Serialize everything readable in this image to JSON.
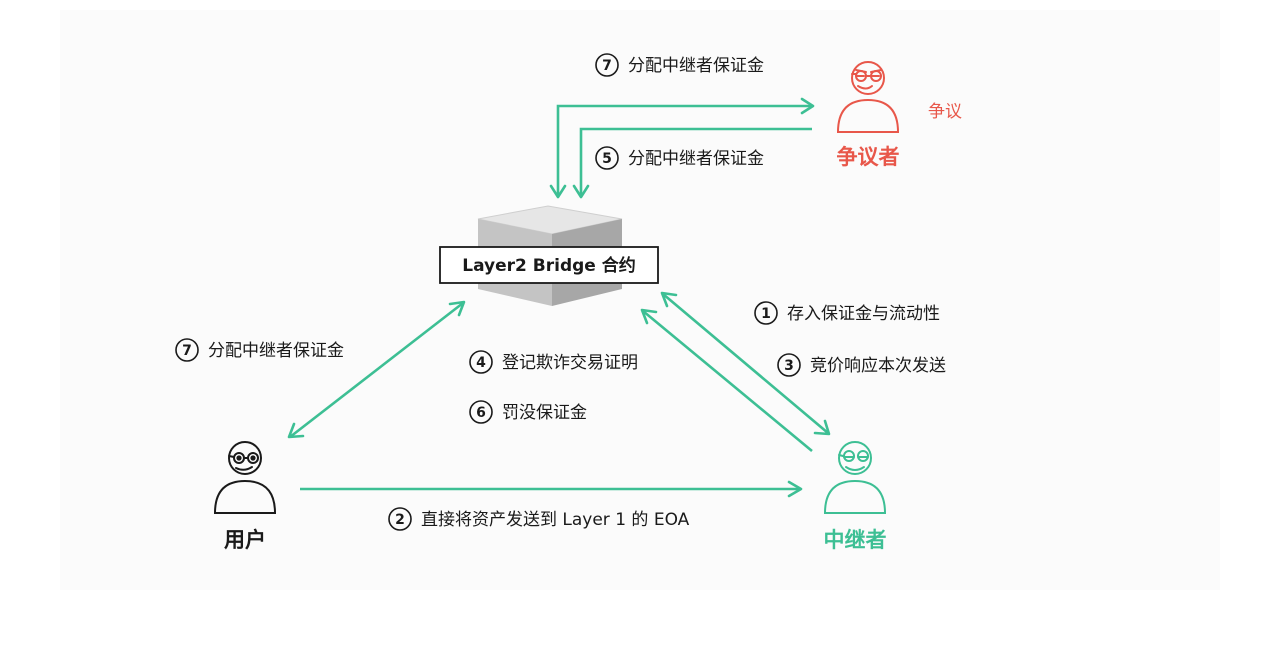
{
  "contract": {
    "label": "Layer2  Bridge 合约"
  },
  "actors": {
    "user": {
      "name": "用户",
      "color": "#1a1a1a"
    },
    "relayer": {
      "name": "中继者",
      "color": "#3dbf94"
    },
    "disputer": {
      "name": "争议者",
      "color": "#e8574a",
      "side_label": "争议"
    }
  },
  "steps": {
    "top_distribute": {
      "num": "7",
      "text": "分配中继者保证金"
    },
    "top_distribute_5": {
      "num": "5",
      "text": "分配中继者保证金"
    },
    "left_distribute": {
      "num": "7",
      "text": "分配中继者保证金"
    },
    "report_fraud": {
      "num": "4",
      "text": "登记欺诈交易证明"
    },
    "slash": {
      "num": "6",
      "text": "罚没保证金"
    },
    "deposit": {
      "num": "1",
      "text": "存入保证金与流动性"
    },
    "bid": {
      "num": "3",
      "text": "竞价响应本次发送"
    },
    "send_direct": {
      "num": "2",
      "text": "直接将资产发送到 Layer 1 的 EOA"
    }
  },
  "colors": {
    "flow": "#3dbf94",
    "ink": "#1a1a1a",
    "relayer": "#3dbf94",
    "disputer": "#e8574a",
    "cube_top": "#e4e4e4",
    "cube_front": "#bdbdbd",
    "cube_side": "#9e9e9e"
  }
}
